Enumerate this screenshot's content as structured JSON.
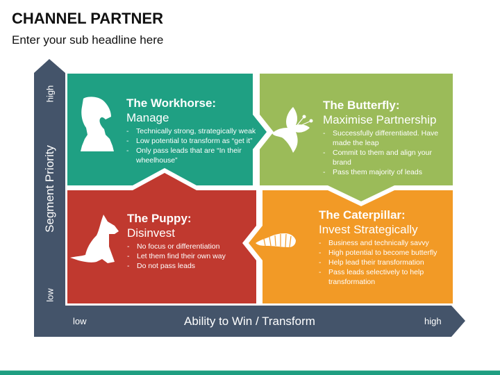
{
  "header": {
    "title": "CHANNEL PARTNER",
    "subtitle": "Enter your sub headline here"
  },
  "axes": {
    "y": {
      "label": "Segment Priority",
      "high": "high",
      "low": "low"
    },
    "x": {
      "label": "Ability to Win / Transform",
      "high": "high",
      "low": "low"
    },
    "color": "#44546a"
  },
  "quadrants": {
    "workhorse": {
      "title": "The Workhorse:",
      "action": "Manage",
      "color": "#1fa083",
      "icon": "chess-knight-icon",
      "bullets": [
        "Technically strong, strategically weak",
        "Low potential to transform as “get it”",
        "Only pass leads that are “In their wheelhouse”"
      ]
    },
    "butterfly": {
      "title": "The Butterfly:",
      "action": "Maximise Partnership",
      "color": "#9bbb59",
      "icon": "butterfly-icon",
      "bullets": [
        "Successfully differentiated. Have made the leap",
        "Commit to them and align your brand",
        "Pass them majority of leads"
      ]
    },
    "puppy": {
      "title": "The Puppy:",
      "action": "Disinvest",
      "color": "#c0392f",
      "icon": "dog-icon",
      "bullets": [
        "No focus or differentiation",
        "Let them find their own way",
        "Do not pass leads"
      ]
    },
    "caterpillar": {
      "title": "The Caterpillar:",
      "action": "Invest Strategically",
      "color": "#f29a26",
      "icon": "caterpillar-icon",
      "bullets": [
        "Business and technically savvy",
        "High potential to become butterfly",
        "Help lead their transformation",
        "Pass leads selectively to help transformation"
      ]
    }
  },
  "footer": {
    "bar_color": "#1e9e81"
  }
}
